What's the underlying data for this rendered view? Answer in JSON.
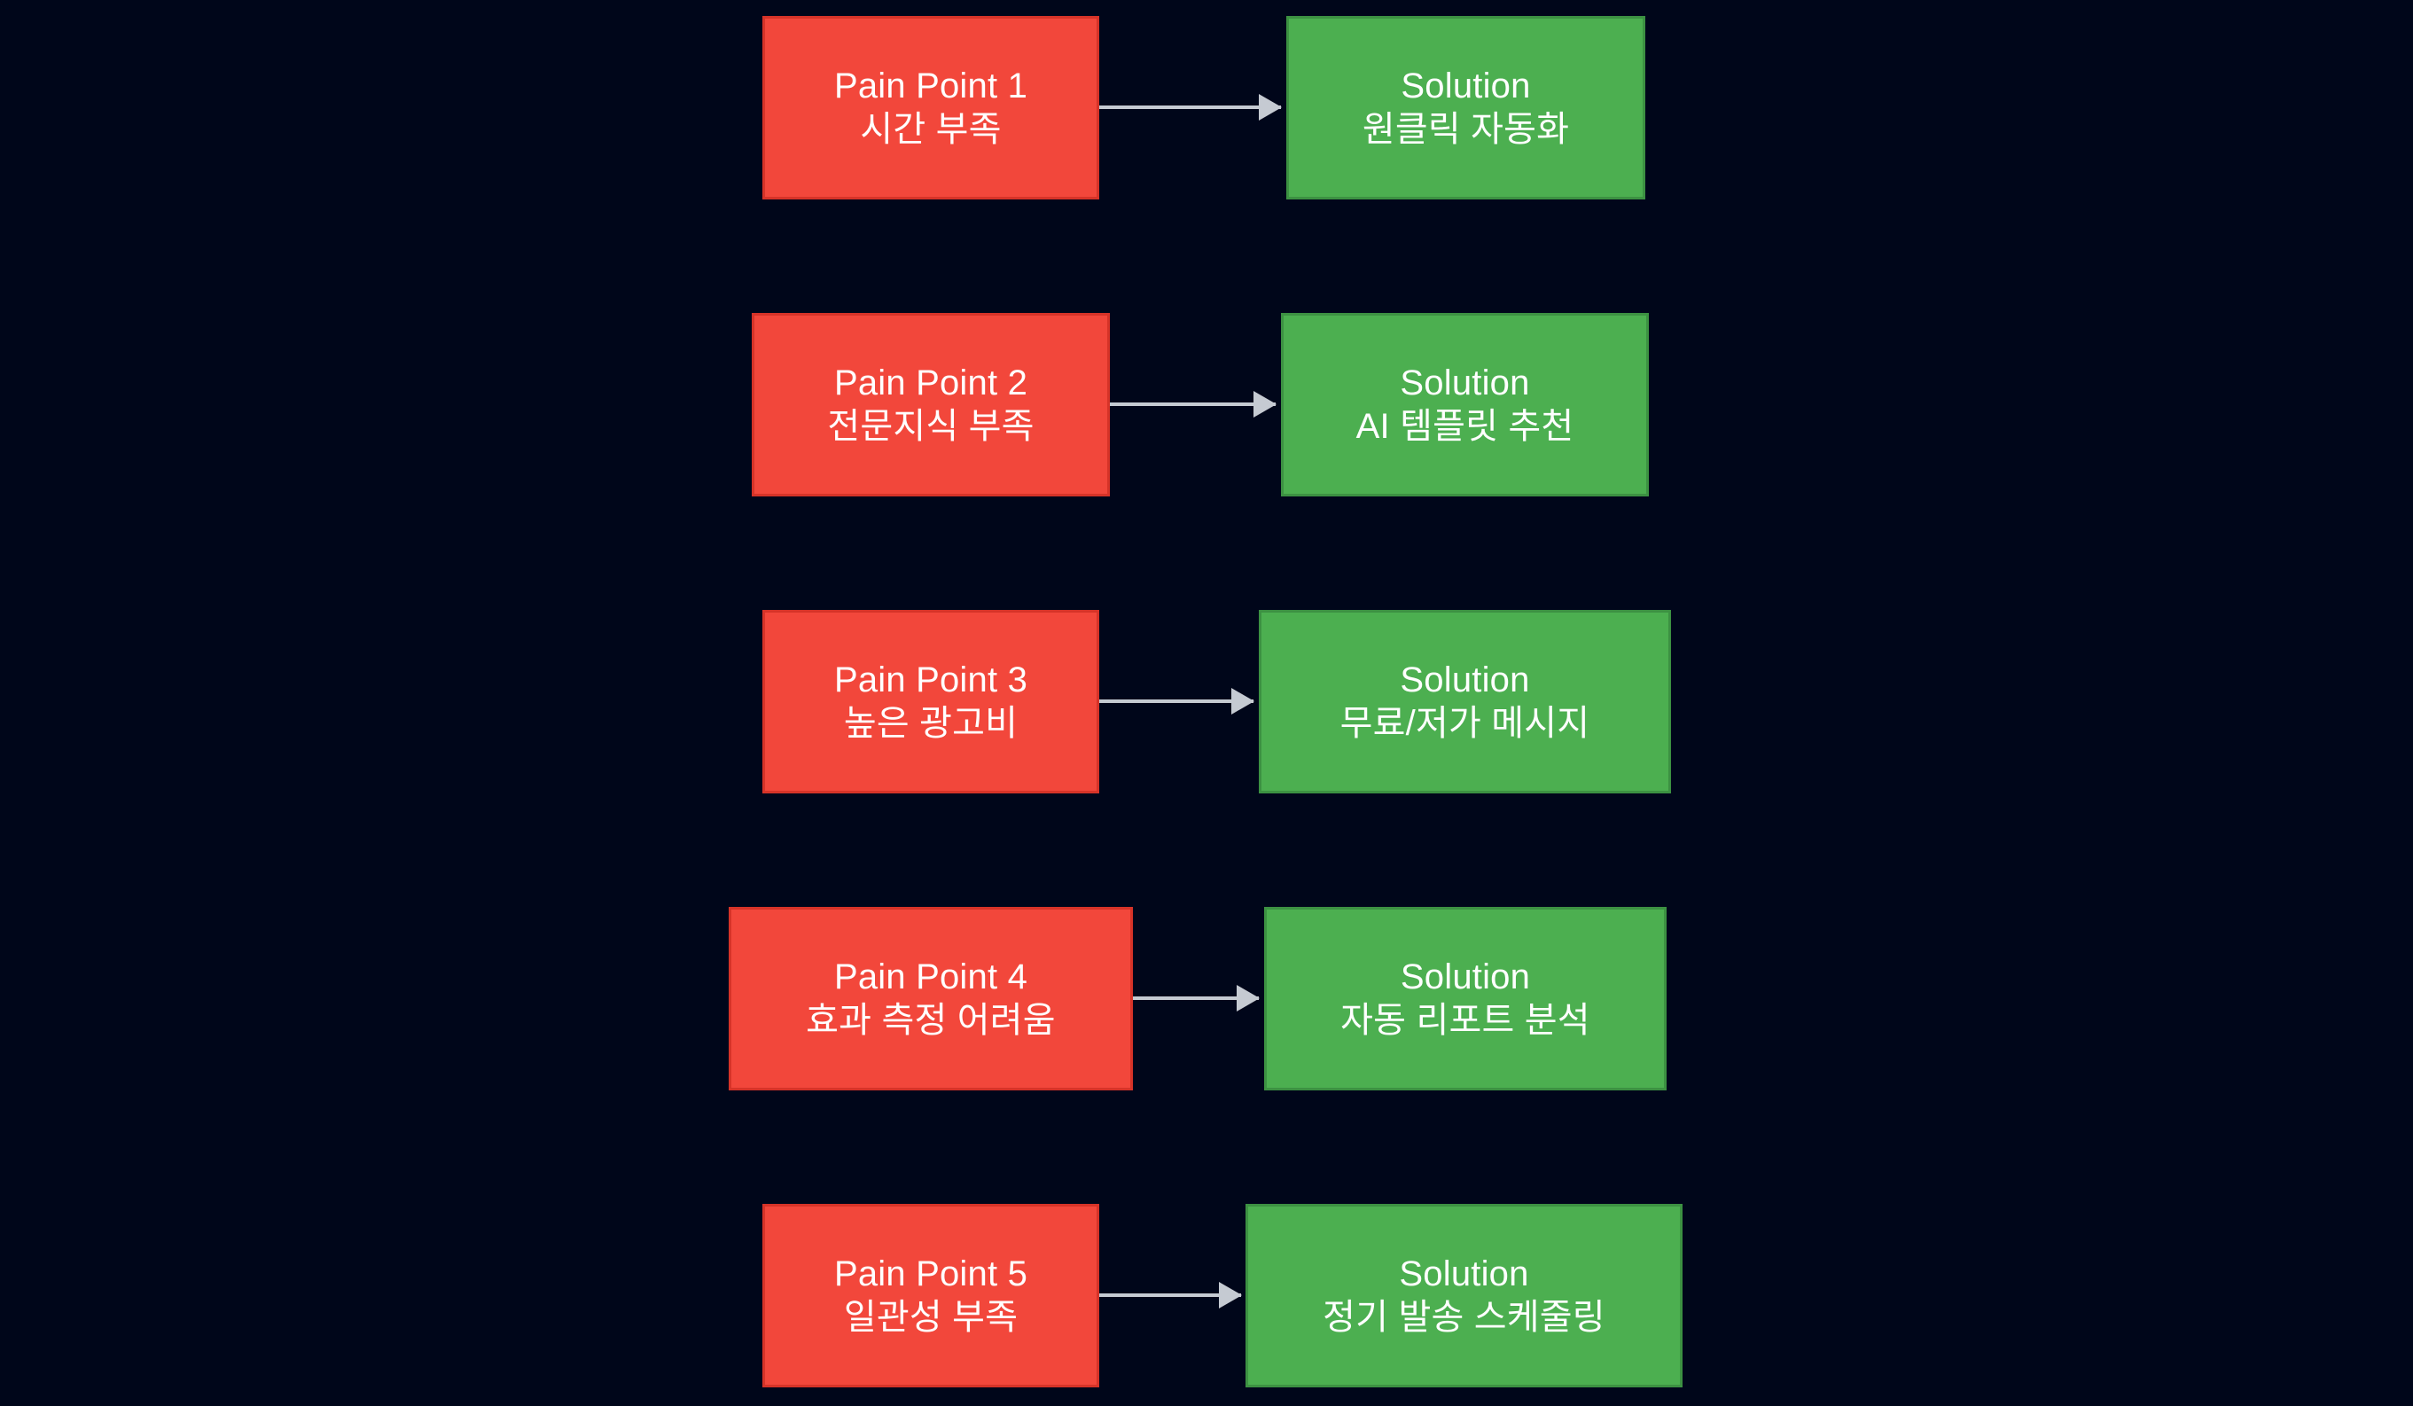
{
  "diagram": {
    "background_color": "#00061a",
    "pain_color": "#f2473b",
    "pain_border_color": "#d63328",
    "solution_color": "#4caf50",
    "solution_border_color": "#3c9142",
    "arrow_color": "#c5cad2",
    "rows": [
      {
        "pain": {
          "title": "Pain Point 1",
          "detail": "시간 부족"
        },
        "solution": {
          "title": "Solution",
          "detail": "원클릭 자동화"
        }
      },
      {
        "pain": {
          "title": "Pain Point 2",
          "detail": "전문지식 부족"
        },
        "solution": {
          "title": "Solution",
          "detail": "AI 템플릿 추천"
        }
      },
      {
        "pain": {
          "title": "Pain Point 3",
          "detail": "높은 광고비"
        },
        "solution": {
          "title": "Solution",
          "detail": "무료/저가 메시지"
        }
      },
      {
        "pain": {
          "title": "Pain Point 4",
          "detail": "효과 측정 어려움"
        },
        "solution": {
          "title": "Solution",
          "detail": "자동 리포트 분석"
        }
      },
      {
        "pain": {
          "title": "Pain Point 5",
          "detail": "일관성 부족"
        },
        "solution": {
          "title": "Solution",
          "detail": "정기 발송 스케줄링"
        }
      }
    ]
  }
}
